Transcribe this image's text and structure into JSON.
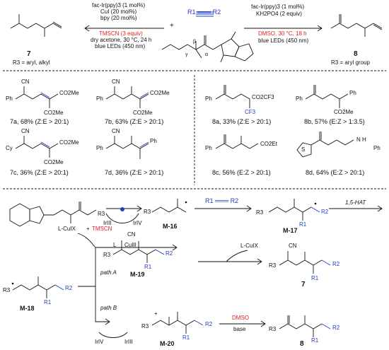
{
  "top": {
    "left_conditions": {
      "l1": "fac-Ir(ppy)3 (1 mol%)",
      "l2": "CuI (20 mol%)",
      "l3": "bpy (20 mol%)",
      "l4": "TMSCN (3 equiv)",
      "l5": "dry acetone, 30 °C, 24 h",
      "l6": "blue LEDs (450 nm)"
    },
    "right_conditions": {
      "r1": "fac-Ir(ppy)3 (1 mol%)",
      "r2": "KH2PO4 (2 equiv)",
      "r3": "DMSO, 30 °C, 18 h",
      "r4": "blue LEDs (450 nm)"
    },
    "left_product_label": "7",
    "left_product_note": "R3 = aryl, alkyl",
    "right_product_label": "8",
    "right_product_note": "R3 = aryl group",
    "plus": "+",
    "alkyne": "R1 ═══ R2",
    "greek_gamma": "γ",
    "greek_beta": "β",
    "greek_alpha": "α"
  },
  "examples_left": [
    {
      "id": "7a",
      "yield": "7a, 68% (Z:E > 20:1)",
      "label_ph": "Ph",
      "cn": "CN",
      "co2me1": "CO2Me",
      "co2me2": "CO2Me"
    },
    {
      "id": "7b",
      "yield": "7b, 63% (Z:E > 20:1)",
      "label_ph": "Ph",
      "cn": "CN",
      "co2me1": "CO2Me",
      "co2me2": "CO2Me"
    },
    {
      "id": "7c",
      "yield": "7c, 36% (Z:E > 20:1)",
      "label_cy": "Cy",
      "cn": "CN",
      "co2me1": "CO2Me",
      "co2me2": "CO2Me"
    },
    {
      "id": "7d",
      "yield": "7d, 36% (Z:E > 20:1)",
      "label_ph": "Ph",
      "cn": "CN",
      "ph2": "Ph"
    }
  ],
  "examples_right": [
    {
      "id": "8a",
      "yield": "8a, 33% (Z:E > 20:1)",
      "label_ph": "Ph",
      "sub1": "CO2CF3",
      "sub2": "CF3"
    },
    {
      "id": "8b",
      "yield": "8b, 57% (E:Z > 1:3.5)",
      "label_ph": "Ph",
      "sub1": "Ph",
      "sub2": "CO2Me"
    },
    {
      "id": "8c",
      "yield": "8c, 56% (E:Z > 20:1)",
      "label_ph": "Ph",
      "sub1": "CO2Et"
    },
    {
      "id": "8d",
      "yield": "8d, 64% (E:Z > 20:1)",
      "s": "S",
      "nh": "N H",
      "ph": "Ph"
    }
  ],
  "mechanism": {
    "r3": "R3",
    "ir3": "IrIII",
    "ir4": "IrIV",
    "m16": "M-16",
    "m17": "M-17",
    "m18": "M-18",
    "m19": "M-19",
    "m20": "M-20",
    "hat": "1,5-HAT",
    "alkyne": "R1 ═══ R2",
    "lcux": "L-CuIX",
    "tmscn": "TMSCN",
    "plus": "+",
    "path_a": "path A",
    "path_b": "path B",
    "lcux_out": "L-CuIX",
    "dmso": "DMSO",
    "base": "base",
    "p7": "7",
    "p8": "8",
    "cn": "CN",
    "cu": "CuIII",
    "l": "L",
    "r": "R3",
    "r1": "R1",
    "r2": "R2"
  }
}
